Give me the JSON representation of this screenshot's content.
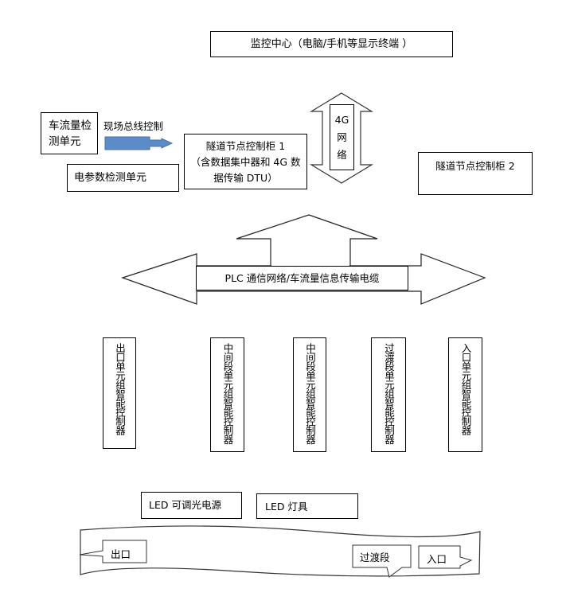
{
  "monitoring_center": {
    "label": "监控中心（电脑/手机等显示终端 ）"
  },
  "traffic_detector": {
    "label_line1": "车流量检",
    "label_line2": "测单元"
  },
  "field_bus": {
    "label": "现场总线控制",
    "arrow_color": "#5b8cc8"
  },
  "electric_detector": {
    "label": "电参数检测单元"
  },
  "tunnel_cabinet_1": {
    "line1": "隧道节点控制柜 1",
    "line2": "（含数据集中器和 4G 数",
    "line3": "据传输 DTU）"
  },
  "network_4g": {
    "line1": "4G",
    "line2": "网",
    "line3": "络"
  },
  "tunnel_cabinet_2": {
    "label": "隧道节点控制柜 2"
  },
  "plc_bus": {
    "label": "PLC 通信网络/车流量信息传输电缆"
  },
  "controllers": [
    {
      "label": "出口单元组智能控制器"
    },
    {
      "label": "中间段单元组智能控制器"
    },
    {
      "label": "中间段单元组智能控制器"
    },
    {
      "label": "过渡段单元组智能控制器"
    },
    {
      "label": "入口单元组智能控制器"
    }
  ],
  "led_power": {
    "label": "LED 可调光电源"
  },
  "led_lamp": {
    "label": "LED 灯具"
  },
  "tunnel": {
    "exit_label": "出口",
    "transition_label": "过渡段",
    "entrance_label": "入口"
  }
}
